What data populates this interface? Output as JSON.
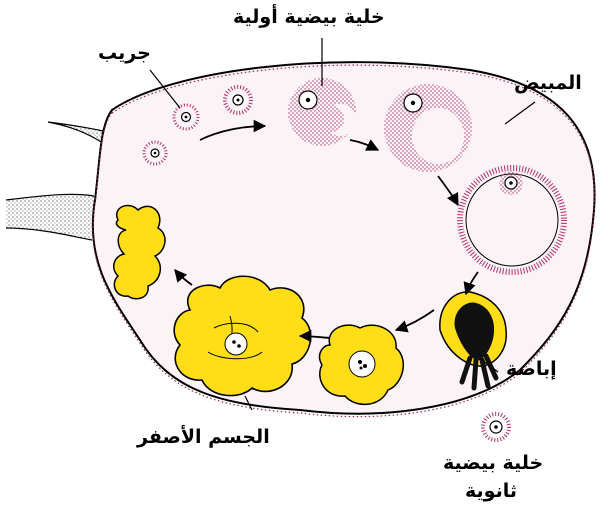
{
  "labels": {
    "primary_oocyte": "خلية بيضية أولية",
    "follicle": "جريب",
    "ovary": "المبيض",
    "ovulation": "إباضة",
    "corpus_luteum": "الجسم الأصفر",
    "secondary_oocyte_line1": "خلية بيضية",
    "secondary_oocyte_line2": "ثانوية"
  },
  "colors": {
    "outline": "#000000",
    "ovary_stipple": "#9a2a55",
    "follicle_stipple": "#b0306a",
    "luteal_yellow": "#ffde17",
    "blood_black": "#111111"
  }
}
